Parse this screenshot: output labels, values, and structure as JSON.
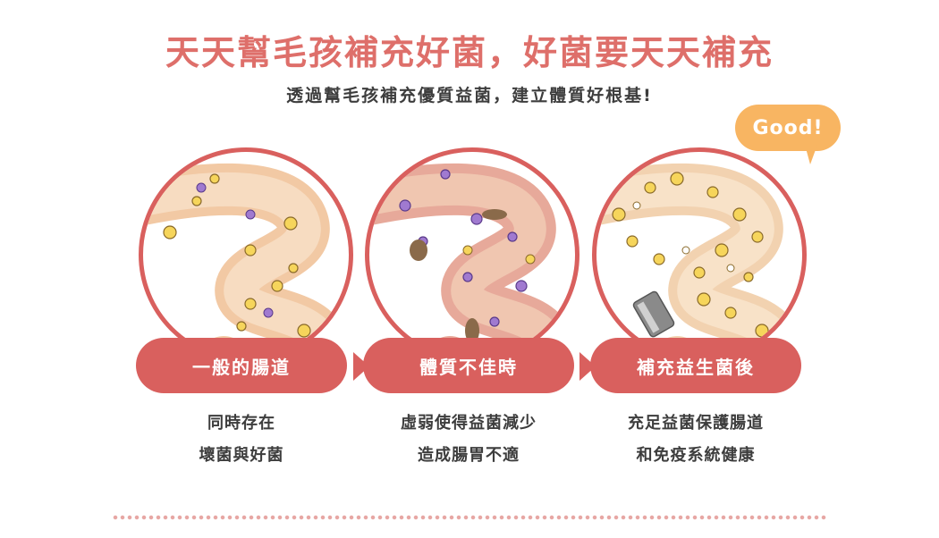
{
  "title": "天天幫毛孩補充好菌，好菌要天天補充",
  "subtitle": "透過幫毛孩補充優質益菌，建立體質好根基!",
  "bubble": "Good!",
  "colors": {
    "accent": "#d9605e",
    "title": "#de6f6a",
    "bubble": "#f8b562",
    "text": "#3d3d3d",
    "intestine": "#f2c9a4"
  },
  "stages": [
    {
      "label": "一般的腸道",
      "desc_line1": "同時存在",
      "desc_line2": "壞菌與好菌"
    },
    {
      "label": "體質不佳時",
      "desc_line1": "虛弱使得益菌減少",
      "desc_line2": "造成腸胃不適"
    },
    {
      "label": "補充益生菌後",
      "desc_line1": "充足益菌保護腸道",
      "desc_line2": "和免疫系統健康"
    }
  ]
}
